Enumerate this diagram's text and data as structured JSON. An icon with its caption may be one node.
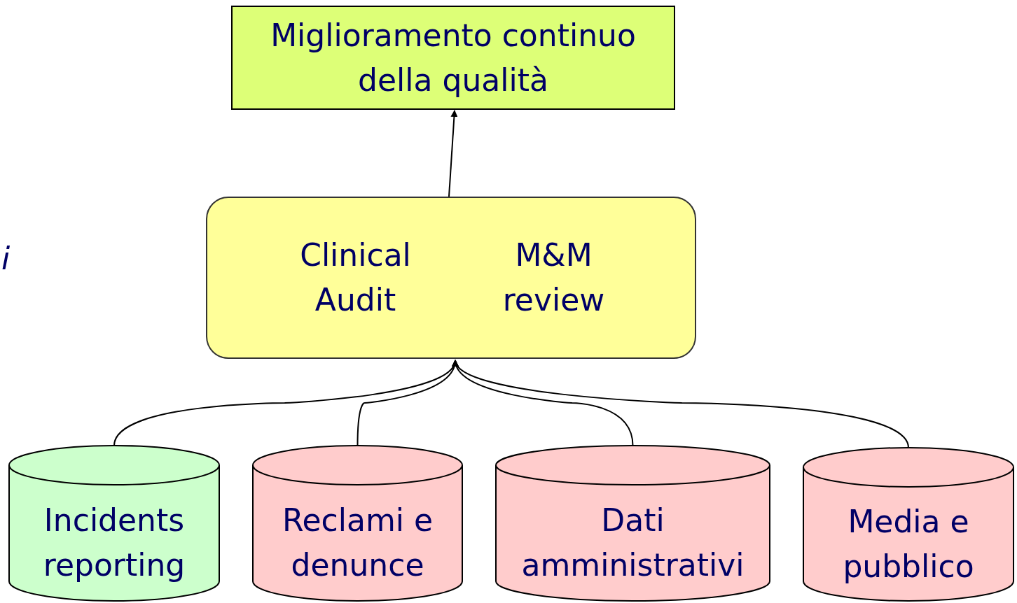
{
  "diagram": {
    "nodes": [
      {
        "text": [
          "Miglioramento continuo della qualità"
        ]
      },
      {
        "text": [
          "Clinical Audit",
          "M&M review"
        ]
      },
      {
        "text": [
          "Incidents reporting"
        ]
      },
      {
        "text": [
          "Reclami e denunce"
        ]
      },
      {
        "text": [
          "Dati amministrativi"
        ]
      },
      {
        "text": [
          "Media e pubblico"
        ]
      }
    ],
    "edges": [
      {
        "from": 1,
        "to": 0,
        "arrow": "to"
      },
      {
        "from": 2,
        "to": 1,
        "arrow": "to"
      },
      {
        "from": 3,
        "to": 1,
        "arrow": "to"
      },
      {
        "from": 4,
        "to": 1,
        "arrow": "to"
      },
      {
        "from": 5,
        "to": 1,
        "arrow": "to"
      }
    ],
    "labels": [
      "i"
    ]
  }
}
